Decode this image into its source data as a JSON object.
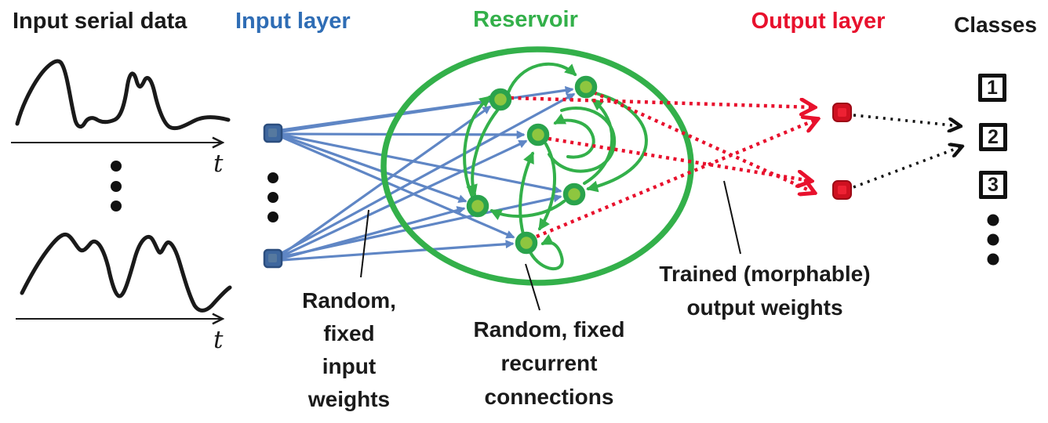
{
  "titles": {
    "input_serial_data": "Input serial data",
    "input_layer": "Input layer",
    "reservoir": "Reservoir",
    "output_layer": "Output layer",
    "classes": "Classes"
  },
  "time_axis": {
    "label": "t"
  },
  "annotations": {
    "input_weights": {
      "lines": [
        "Random,",
        "fixed",
        "input",
        "weights"
      ]
    },
    "recurrent_connections": {
      "lines": [
        "Random, fixed",
        "recurrent",
        "connections"
      ]
    },
    "output_weights": {
      "lines": [
        "Trained (morphable)",
        "output weights"
      ]
    }
  },
  "classes": {
    "items": [
      {
        "label": "1"
      },
      {
        "label": "2"
      },
      {
        "label": "3"
      }
    ]
  },
  "network": {
    "input_nodes_visible": 2,
    "reservoir_nodes_visible": 6,
    "output_nodes_visible": 2,
    "class_boxes_visible": 3
  },
  "colors": {
    "input_blue_label": "#2f6db5",
    "connection_blue": "#5f86c5",
    "input_node_fill": "#3e679e",
    "reservoir_green": "#33b04a",
    "reservoir_node_fill": "#8ec63f",
    "output_red": "#e8112d",
    "output_node_fill": "#cf1020",
    "text_black": "#1a1a1a"
  }
}
